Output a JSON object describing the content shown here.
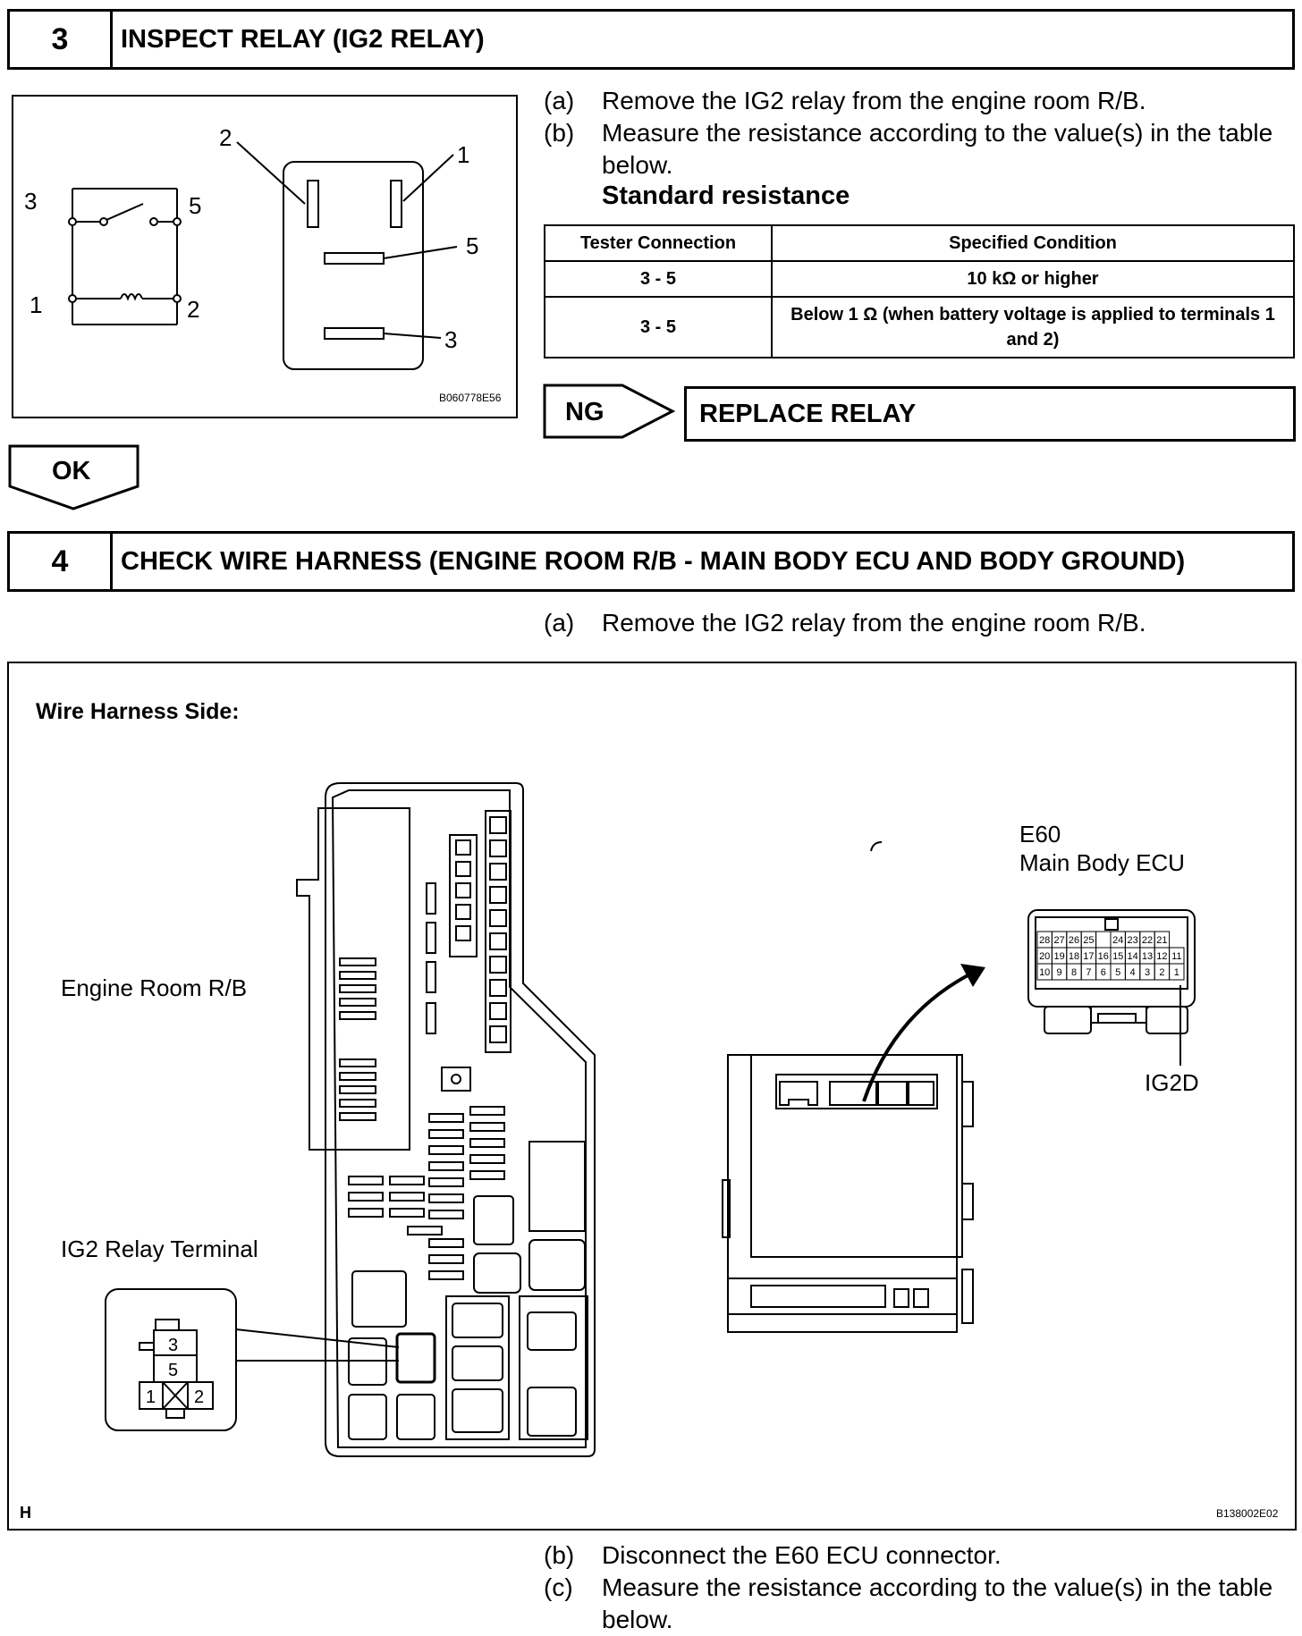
{
  "section3": {
    "number": "3",
    "title": "INSPECT RELAY (IG2 RELAY)",
    "figure": {
      "id": "B060778E56",
      "pin_labels": [
        "1",
        "2",
        "3",
        "5"
      ]
    },
    "steps": [
      {
        "label": "(a)",
        "text": "Remove the IG2 relay from the engine room R/B."
      },
      {
        "label": "(b)",
        "text": "Measure the resistance according to the value(s) in the table below."
      }
    ],
    "standard_heading": "Standard resistance",
    "table": {
      "headers": [
        "Tester Connection",
        "Specified Condition"
      ],
      "rows": [
        {
          "connection": "3 - 5",
          "condition": "10 kΩ or higher"
        },
        {
          "connection": "3 - 5",
          "condition": "Below 1 Ω (when battery voltage is applied to terminals 1 and 2)"
        }
      ]
    },
    "ng_label": "NG",
    "ng_action": "REPLACE RELAY",
    "ok_label": "OK"
  },
  "section4": {
    "number": "4",
    "title": "CHECK WIRE HARNESS (ENGINE ROOM R/B - MAIN BODY ECU AND BODY GROUND)",
    "step_a": {
      "label": "(a)",
      "text": "Remove the IG2 relay from the engine room R/B."
    },
    "figure": {
      "heading": "Wire Harness Side:",
      "engine_room_label": "Engine Room R/B",
      "relay_terminal_label": "IG2 Relay Terminal",
      "relay_pins": [
        "3",
        "5",
        "1",
        "2"
      ],
      "ecu_code": "E60",
      "ecu_name": "Main Body ECU",
      "ecu_pin_label": "IG2D",
      "ecu_rows": [
        [
          "28",
          "27",
          "26",
          "25",
          "",
          "24",
          "23",
          "22",
          "21"
        ],
        [
          "20",
          "19",
          "18",
          "17",
          "16",
          "15",
          "14",
          "13",
          "12",
          "11"
        ],
        [
          "10",
          "9",
          "8",
          "7",
          "6",
          "5",
          "4",
          "3",
          "2",
          "1"
        ]
      ],
      "corner_letter": "H",
      "id": "B138002E02"
    },
    "steps_after": [
      {
        "label": "(b)",
        "text": "Disconnect the E60 ECU connector."
      },
      {
        "label": "(c)",
        "text": "Measure the resistance according to the value(s) in the table below."
      }
    ]
  }
}
